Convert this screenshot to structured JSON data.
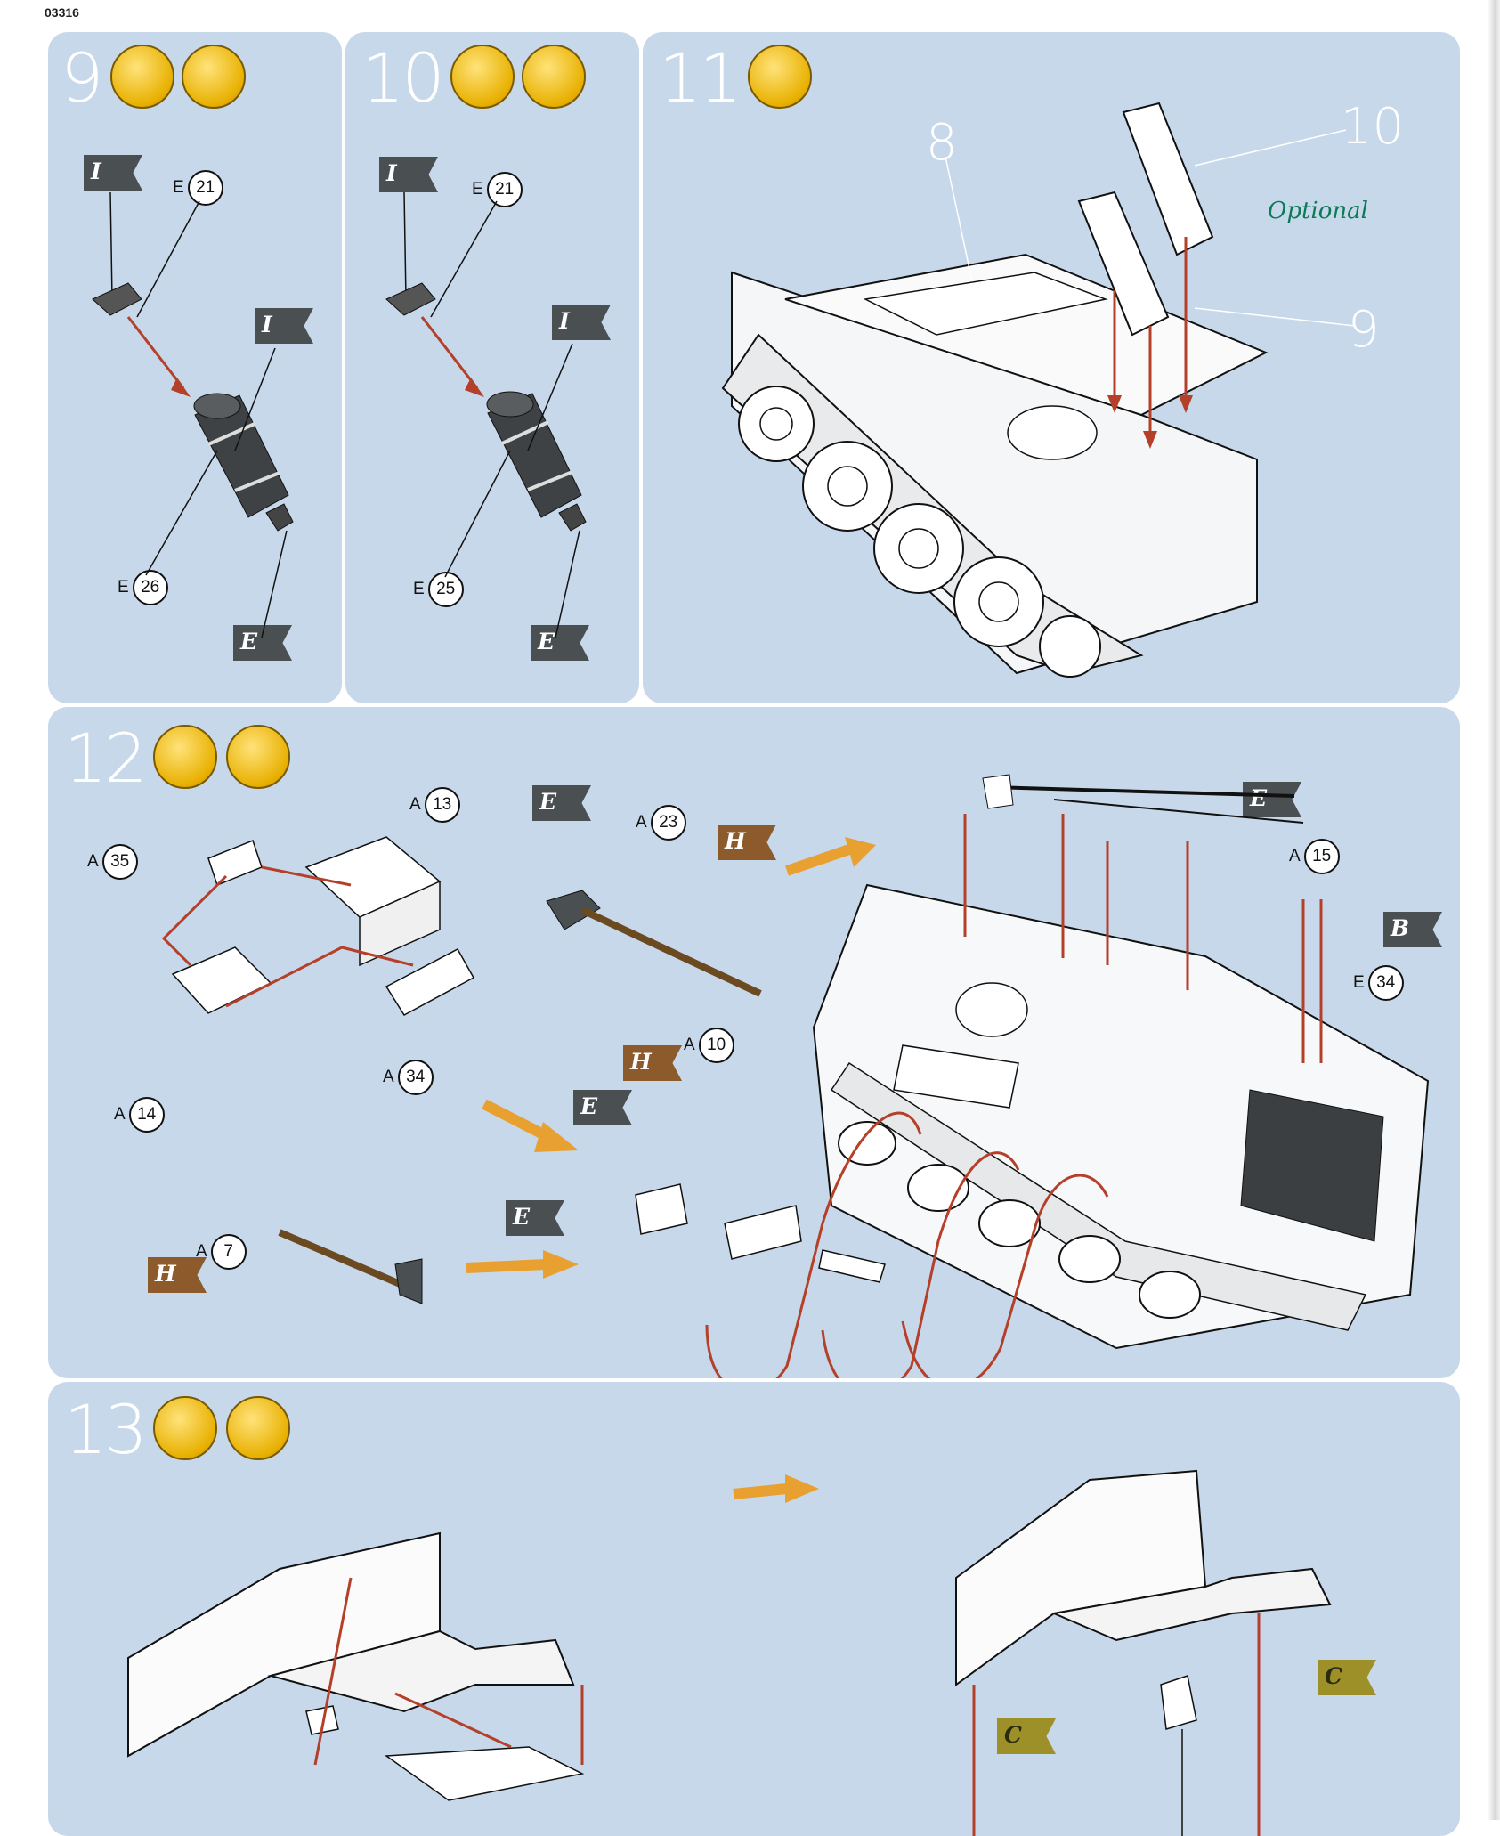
{
  "document": {
    "number": "03316"
  },
  "steps": [
    {
      "number": "9",
      "icons": [
        "glue-icon",
        "paint-brush-icon"
      ],
      "labels": [
        {
          "prefix": "E",
          "num": "21"
        },
        {
          "prefix": "E",
          "num": "26"
        }
      ],
      "flags": [
        "I",
        "I",
        "E"
      ]
    },
    {
      "number": "10",
      "icons": [
        "glue-icon",
        "paint-brush-icon"
      ],
      "labels": [
        {
          "prefix": "E",
          "num": "21"
        },
        {
          "prefix": "E",
          "num": "25"
        }
      ],
      "flags": [
        "I",
        "I",
        "E"
      ]
    },
    {
      "number": "11",
      "icons": [
        "glue-icon"
      ],
      "callouts": [
        "8",
        "10",
        "9"
      ],
      "handwritten": "Optional"
    },
    {
      "number": "12",
      "icons": [
        "glue-icon",
        "paint-brush-icon"
      ],
      "labels": [
        {
          "prefix": "A",
          "num": "13"
        },
        {
          "prefix": "A",
          "num": "35"
        },
        {
          "prefix": "A",
          "num": "23"
        },
        {
          "prefix": "A",
          "num": "15"
        },
        {
          "prefix": "E",
          "num": "34"
        },
        {
          "prefix": "A",
          "num": "10"
        },
        {
          "prefix": "A",
          "num": "34"
        },
        {
          "prefix": "A",
          "num": "14"
        },
        {
          "prefix": "A",
          "num": "7"
        }
      ],
      "flags": [
        "E",
        "H",
        "E",
        "B",
        "H",
        "E",
        "E",
        "H"
      ]
    },
    {
      "number": "13",
      "icons": [
        "glue-icon",
        "paint-brush-icon"
      ],
      "flags": [
        "C",
        "C"
      ]
    }
  ],
  "colors": {
    "panel": "#c6d8ea",
    "arrow": "#b5402a",
    "hint_arrow": "#e8a030",
    "flag_dark": "#4a4f52",
    "flag_brown": "#8c5a2b",
    "flag_olive": "#9e9028"
  }
}
